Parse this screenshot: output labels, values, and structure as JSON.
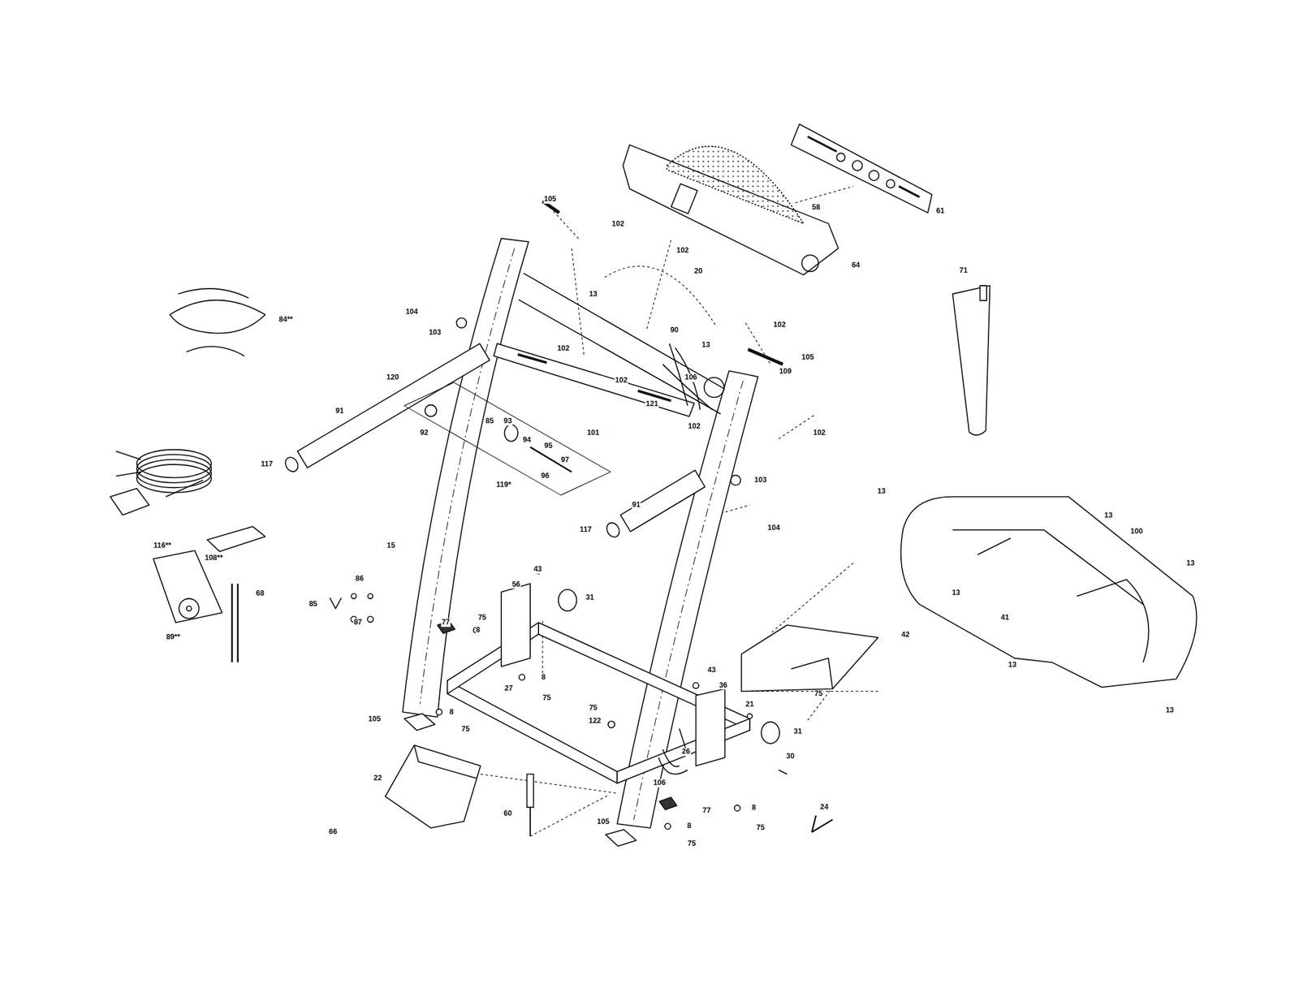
{
  "diagram": {
    "labels": [
      "105",
      "102",
      "102",
      "58",
      "61",
      "64",
      "13",
      "20",
      "102",
      "104",
      "103",
      "84**",
      "13",
      "90",
      "105",
      "102",
      "102",
      "109",
      "106",
      "120",
      "121",
      "102",
      "102",
      "71",
      "91",
      "92",
      "85",
      "93",
      "101",
      "94",
      "95",
      "97",
      "119*",
      "96",
      "117",
      "116**",
      "108**",
      "103",
      "104",
      "91",
      "117",
      "15",
      "13",
      "13",
      "100",
      "13",
      "41",
      "13",
      "13",
      "13",
      "86",
      "85",
      "87",
      "68",
      "89**",
      "56",
      "43",
      "31",
      "75",
      "8",
      "77",
      "42",
      "27",
      "8",
      "75",
      "43",
      "36",
      "75",
      "21",
      "75",
      "122",
      "105",
      "8",
      "75",
      "26",
      "31",
      "30",
      "106",
      "77",
      "22",
      "60",
      "24",
      "8",
      "75",
      "8",
      "75",
      "105",
      "66"
    ]
  }
}
